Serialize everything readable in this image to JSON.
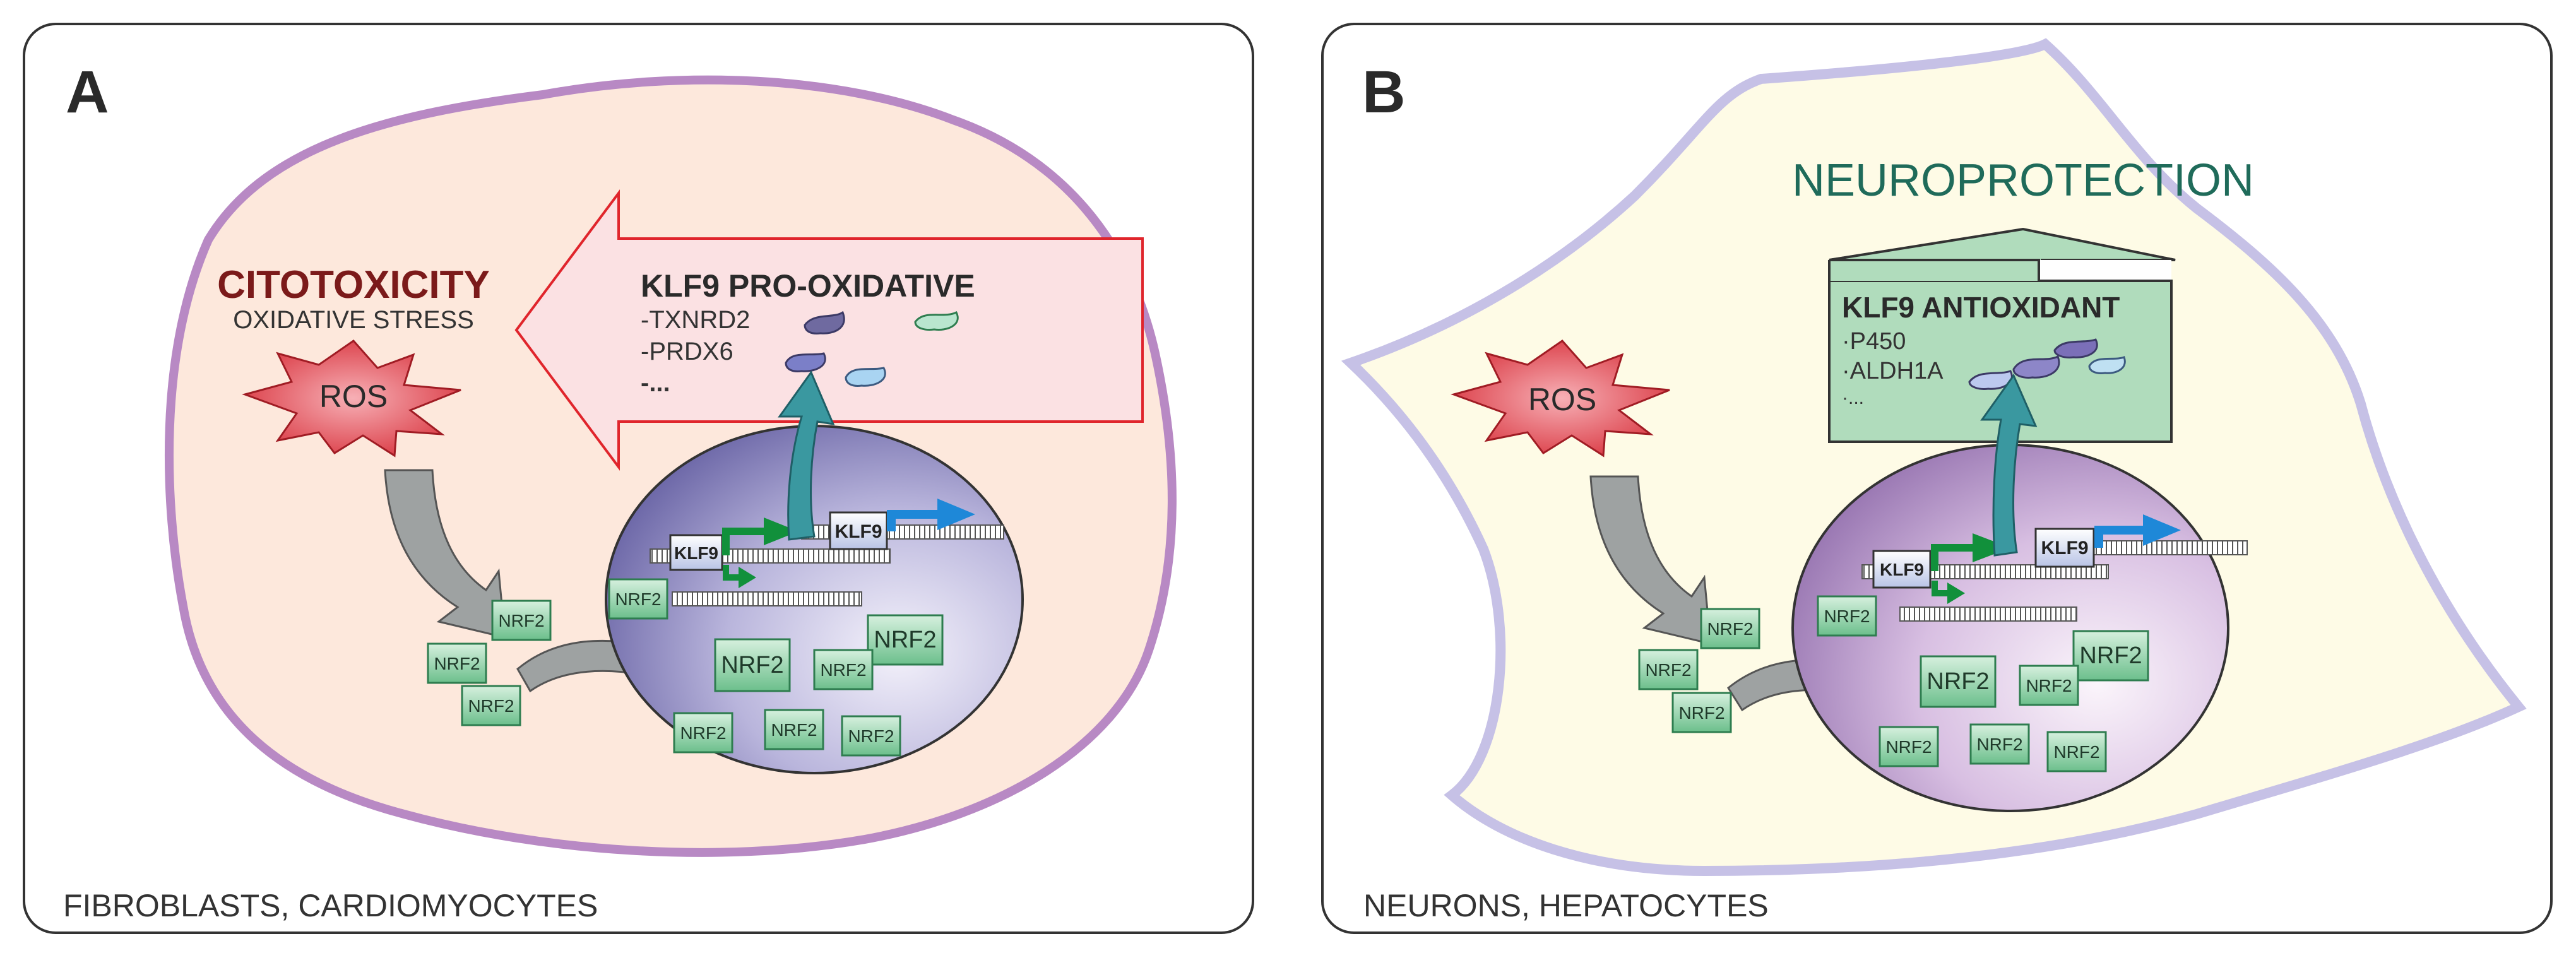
{
  "panels": [
    {
      "letter": "A",
      "cell_types": "FIBROBLASTS, CARDIOMYOCYTES",
      "outcome": "CITOTOXICITY",
      "stress": "OXIDATIVE STRESS",
      "ros": "ROS",
      "box_title": "KLF9 PRO-OXIDATIVE",
      "genes": [
        "-TXNRD2",
        "-PRDX6",
        "-..."
      ],
      "klf9": "KLF9",
      "nrf2": "NRF2"
    },
    {
      "letter": "B",
      "cell_types": "NEURONS, HEPATOCYTES",
      "outcome": "NEUROPROTECTION",
      "ros": "ROS",
      "box_title": "KLF9 ANTIOXIDANT",
      "genes": [
        "·P450",
        "·ALDH1A",
        "·..."
      ],
      "klf9": "KLF9",
      "nrf2": "NRF2"
    }
  ],
  "colors": {
    "outcome_a": "#7b1a1a",
    "outcome_b": "#1f6b5a",
    "nrf2_fill": "#8fd0a8",
    "nrf2_stroke": "#2e7d4f",
    "green_arrow": "#11903b",
    "blue_arrow": "#1e88d8",
    "teal_arrow": "#3a98a0",
    "grey_arrow": "#9ea2a2"
  }
}
